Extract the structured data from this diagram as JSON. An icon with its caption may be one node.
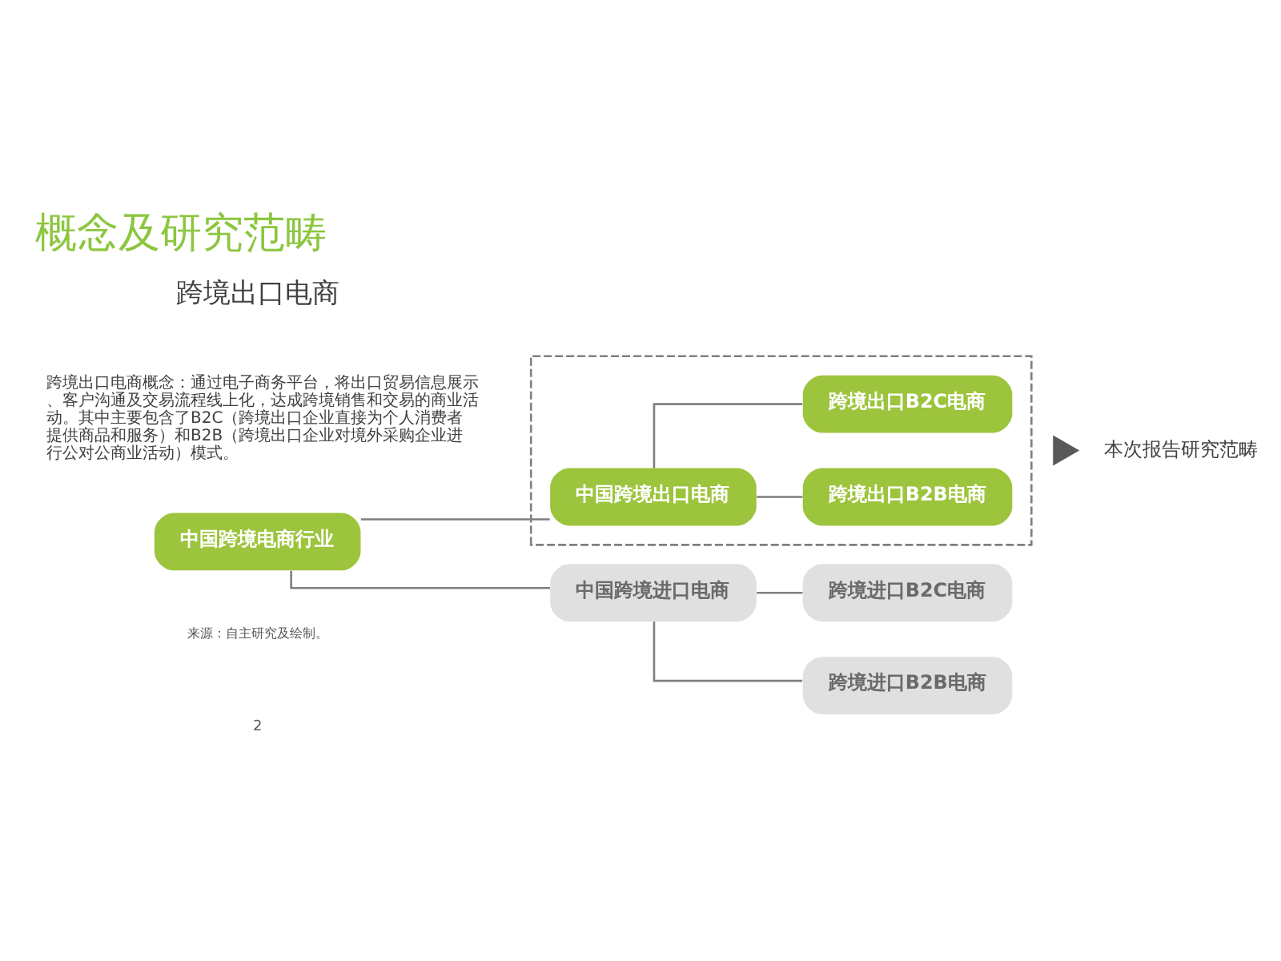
{
  "diagram": {
    "title": "概念及研究范畴",
    "nodes": [
      {
        "text": [
          "中国跨境电商行业"
        ]
      },
      {
        "text": [],
        "shape": "box"
      },
      {
        "text": [
          "中国跨境出口电商"
        ],
        "in": 1
      },
      {
        "text": [
          "跨境出口B2C电商"
        ],
        "in": 1
      },
      {
        "text": [
          "跨境出口B2B电商"
        ],
        "in": 1
      },
      {
        "text": [
          "中国跨境进口电商"
        ]
      },
      {
        "text": [
          "跨境进口B2C电商"
        ]
      },
      {
        "text": [
          "跨境进口B2B电商"
        ]
      },
      {
        "text": [],
        "shape": "triangle",
        "beside": [
          "本次报告研究范畴"
        ]
      }
    ],
    "edges": [
      {
        "from": 0,
        "to": 2,
        "arrow": "none"
      },
      {
        "from": 0,
        "to": 5,
        "arrow": "none"
      },
      {
        "from": 2,
        "to": 3,
        "arrow": "none"
      },
      {
        "from": 2,
        "to": 4,
        "arrow": "none"
      },
      {
        "from": 5,
        "to": 6,
        "arrow": "none"
      },
      {
        "from": 5,
        "to": 7,
        "arrow": "none"
      }
    ],
    "labels": [
      "跨境出口电商",
      "跨境出口电商概念：通过电子商务平台，将出口贸易信息展示、客户沟通及交易流程线上化，达成跨境销售和交易的商业活动。其中主要包含了B2C（跨境出口企业直接为个人消费者提供商品和服务）和B2B（跨境出口企业对境外采购企业进行公对公商业活动）模式。",
      "来源：自主研究及绘制。",
      "2"
    ]
  }
}
